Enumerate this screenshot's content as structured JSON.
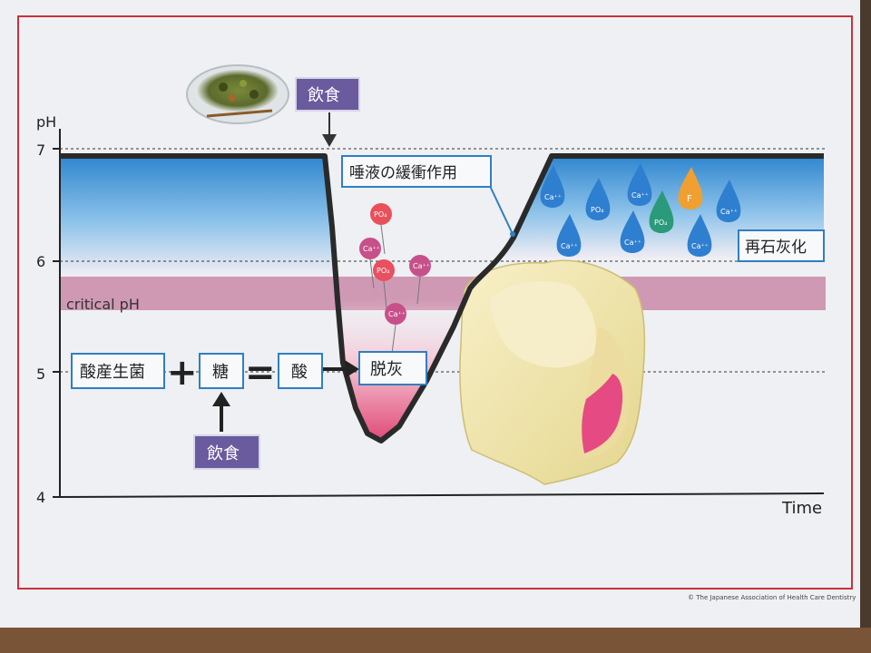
{
  "axis": {
    "y_label": "pH",
    "x_label": "Time",
    "ticks": [
      "7",
      "6",
      "5",
      "4"
    ],
    "critical_label": "critical pH"
  },
  "labels": {
    "eat_top": "飲食",
    "eat_bottom": "飲食",
    "saliva_buffer": "唾液の緩衝作用",
    "remineralization": "再石灰化",
    "demineralization": "脱灰",
    "acid_bacteria": "酸産生菌",
    "sugar": "糖",
    "acid": "酸",
    "plus": "+",
    "equals": "="
  },
  "ions_left": [
    "PO₄",
    "Ca⁺⁺",
    "PO₄",
    "Ca⁺⁺",
    "Ca⁺⁺"
  ],
  "ions_right": [
    "Ca⁺⁺",
    "PO₄",
    "Ca⁺⁺",
    "F",
    "Ca⁺⁺",
    "Ca⁺⁺",
    "PO₄",
    "Ca⁺⁺",
    "Ca⁺⁺"
  ],
  "copyright": "© The Japanese Association of Health Care Dentistry",
  "colors": {
    "frame": "#c8323c",
    "curve": "#2a2a2a",
    "critical_band": "#c98aa8",
    "box_border": "#2f7fc0",
    "purple_box": "#6a5a9e",
    "drop_blue": "#2f7fd0",
    "drop_green": "#2a9a7a",
    "drop_orange": "#f0a030"
  }
}
